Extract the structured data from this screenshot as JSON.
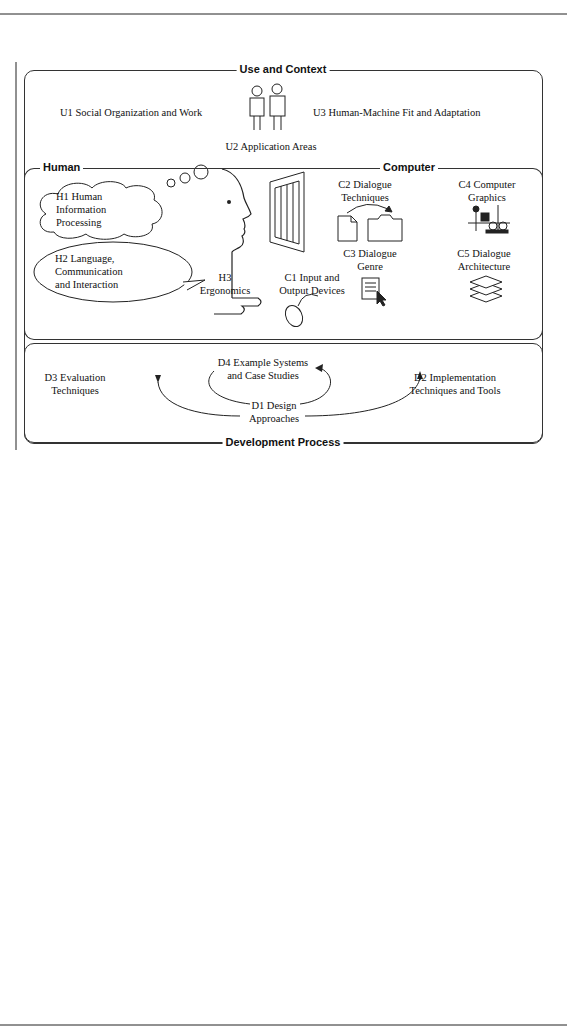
{
  "diagram": {
    "nodes": [
      {
        "text": [
          "Use and Context",
          "U1 Social Organization and Work",
          "U2 Application Areas",
          "U3 Human-Machine Fit and Adaptation"
        ]
      },
      {
        "text": [
          "Human",
          "H3 Ergonomics"
        ],
        "in": 0
      },
      {
        "text": [
          "Computer",
          "C1 Input and Output Devices",
          "C2 Dialogue Techniques",
          "C3 Dialogue Genre",
          "C4 Computer Graphics",
          "C5 Dialogue Architecture"
        ],
        "in": 0
      },
      {
        "text": [
          "Development Process",
          "D1 Design Approaches",
          "D2 Implementation Techniques and Tools",
          "D3 Evaluation Techniques",
          "D4 Example Systems and Case Studies"
        ],
        "in": 0
      },
      {
        "text": [
          "H1 Human Information Processing"
        ],
        "in": 1
      },
      {
        "text": [
          "H2 Language, Communication and Interaction"
        ],
        "in": 1
      }
    ]
  }
}
